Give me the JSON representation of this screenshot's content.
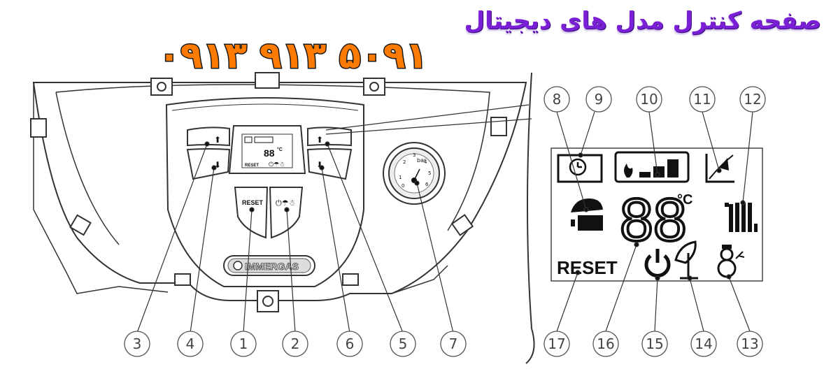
{
  "title": "صفحه کنترل مدل های دیجیتال",
  "phone": "۰۹۱۳ ۹۱۳ ۵۰۹۱",
  "panel": {
    "reset_label": "RESET",
    "brand": "IMMERGAS",
    "gauge_unit": "bar",
    "gauge_ticks": [
      "0",
      "1",
      "2",
      "3",
      "4",
      "5",
      "6"
    ],
    "mini_lcd_reset": "RESET",
    "mini_lcd_temp": "88",
    "mini_lcd_unit": "°C"
  },
  "lcd": {
    "temp": "88",
    "unit": "°C",
    "reset": "RESET"
  },
  "callouts_bottom": [
    "3",
    "4",
    "1",
    "2",
    "6",
    "5",
    "7",
    "17",
    "16",
    "15",
    "14",
    "13"
  ],
  "callouts_top": [
    "8",
    "9",
    "10",
    "11",
    "12"
  ],
  "colors": {
    "title": "#7b1fd6",
    "phone": "#ff7a00",
    "line": "#333333"
  }
}
